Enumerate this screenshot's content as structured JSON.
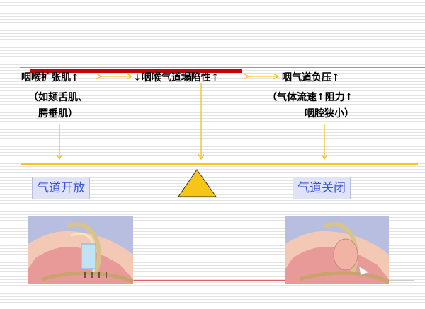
{
  "top": {
    "left_main": "咽喉扩张肌↑",
    "left_sub1": "（如颏舌肌、",
    "left_sub2": "腭垂肌）",
    "middle_main": "↓咽喉气道塌陷性↑",
    "right_main": "咽气道负压↑",
    "right_sub1": "（气体流速↑阻力↑",
    "right_sub2": "咽腔狭小）"
  },
  "bottom": {
    "left_label": "气道开放",
    "right_label": "气道关闭"
  },
  "colors": {
    "arrow": "#f0c020",
    "beam": "#f5c518",
    "top_bar": "#cc0000",
    "triangle": "#f5c518",
    "label_text": "#3a55d6",
    "label_bg": "#dfe3f5"
  },
  "icons": {
    "open_airway_image": "airway-open-illustration",
    "closed_airway_image": "airway-closed-illustration"
  }
}
